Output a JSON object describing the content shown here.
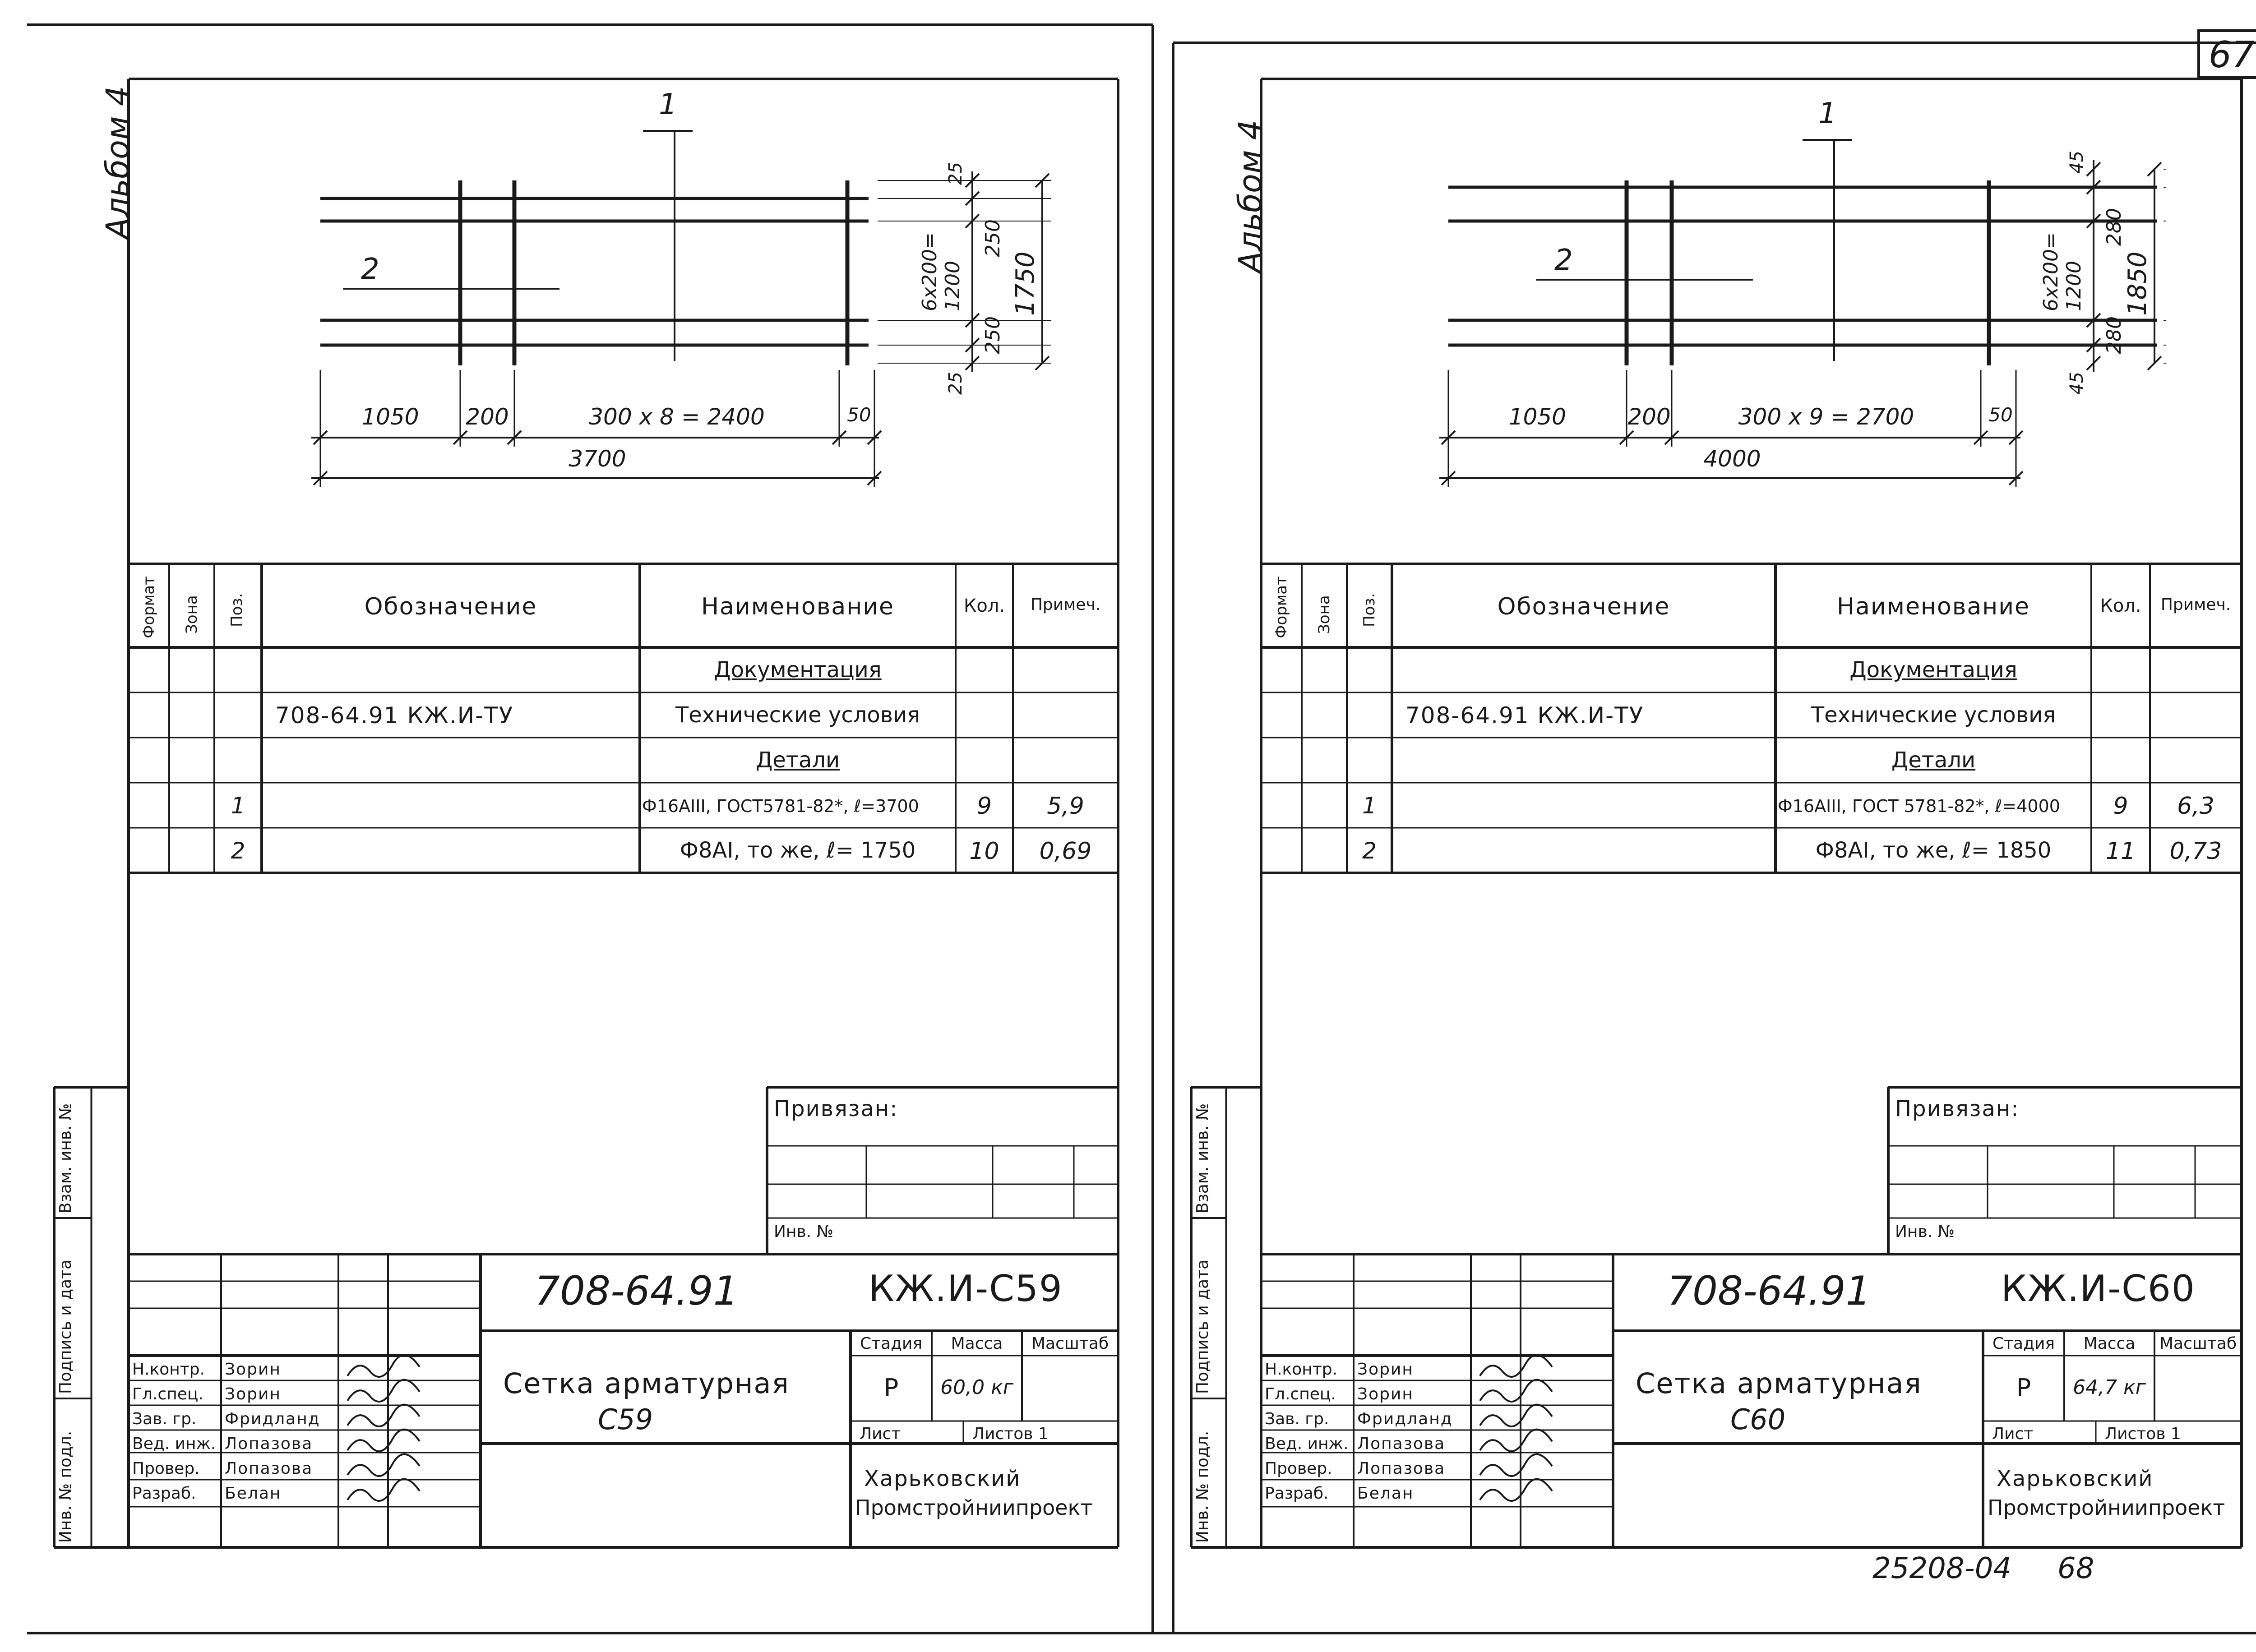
{
  "page_number": "67",
  "stamp_number": "25208-04",
  "stamp_page": "68",
  "sheets": [
    {
      "album": "Альбом 4",
      "leader_1": "1",
      "leader_2": "2",
      "dims": {
        "bottom_1": "1050",
        "bottom_2": "200",
        "bottom_3": "300 x 8 = 2400",
        "bottom_4": "50",
        "total": "3700",
        "right_top": "25",
        "right_a": "250",
        "right_mid": "6x200=\n1200",
        "right_b": "250",
        "right_bottom": "25",
        "right_total": "1750"
      },
      "spec": {
        "headers": {
          "format": "Формат",
          "zone": "Зона",
          "pos": "Поз.",
          "designation": "Обозначение",
          "name": "Наименование",
          "qty": "Кол.",
          "note": "Примеч."
        },
        "rows": [
          {
            "pos": "",
            "designation": "",
            "name": "Документация",
            "qty": "",
            "note": "",
            "underline": true
          },
          {
            "pos": "",
            "designation": "708-64.91   КЖ.И-ТУ",
            "name": "Технические условия",
            "qty": "",
            "note": "",
            "underline": false
          },
          {
            "pos": "",
            "designation": "",
            "name": "Детали",
            "qty": "",
            "note": "",
            "underline": true
          },
          {
            "pos": "1",
            "designation": "",
            "name": "Ф16АIII, ГОСТ5781-82*, ℓ=3700",
            "qty": "9",
            "note": "5,9",
            "underline": false
          },
          {
            "pos": "2",
            "designation": "",
            "name": "Ф8АI, то же, ℓ= 1750",
            "qty": "10",
            "note": "0,69",
            "underline": false
          }
        ]
      },
      "bound": {
        "title": "Привязан:",
        "inv": "Инв. №"
      },
      "side": {
        "vzam": "Взам. инв. №",
        "podp": "Подпись и дата",
        "inv": "Инв. № подл."
      },
      "title_block": {
        "code": "708-64.91",
        "code2": "КЖ.И-С59",
        "name_line1": "Сетка арматурная",
        "name_line2": "С59",
        "stage_h": "Стадия",
        "mass_h": "Масса",
        "scale_h": "Масштаб",
        "stage": "Р",
        "mass": "60,0 кг",
        "sheet_h": "Лист",
        "sheets_h": "Листов 1",
        "org_line1": "Харьковский",
        "org_line2": "Промстройниипроект",
        "roles": [
          "Н.контр.",
          "Гл.спец.",
          "Зав. гр.",
          "Вед. инж.",
          "Провер.",
          "Разраб."
        ],
        "names": [
          "Зорин",
          "Зорин",
          "Фридланд",
          "Лопазова",
          "Лопазова",
          "Белан"
        ]
      }
    },
    {
      "album": "Альбом 4",
      "leader_1": "1",
      "leader_2": "2",
      "dims": {
        "bottom_1": "1050",
        "bottom_2": "200",
        "bottom_3": "300 x 9 = 2700",
        "bottom_4": "50",
        "total": "4000",
        "right_top": "45",
        "right_a": "280",
        "right_mid": "6x200=\n1200",
        "right_b": "280",
        "right_bottom": "45",
        "right_total": "1850"
      },
      "spec": {
        "headers": {
          "format": "Формат",
          "zone": "Зона",
          "pos": "Поз.",
          "designation": "Обозначение",
          "name": "Наименование",
          "qty": "Кол.",
          "note": "Примеч."
        },
        "rows": [
          {
            "pos": "",
            "designation": "",
            "name": "Документация",
            "qty": "",
            "note": "",
            "underline": true
          },
          {
            "pos": "",
            "designation": "708-64.91   КЖ.И-ТУ",
            "name": "Технические условия",
            "qty": "",
            "note": "",
            "underline": false
          },
          {
            "pos": "",
            "designation": "",
            "name": "Детали",
            "qty": "",
            "note": "",
            "underline": true
          },
          {
            "pos": "1",
            "designation": "",
            "name": "Ф16АIII, ГОСТ 5781-82*, ℓ=4000",
            "qty": "9",
            "note": "6,3",
            "underline": false
          },
          {
            "pos": "2",
            "designation": "",
            "name": "Ф8АI, то же, ℓ= 1850",
            "qty": "11",
            "note": "0,73",
            "underline": false
          }
        ]
      },
      "bound": {
        "title": "Привязан:",
        "inv": "Инв. №"
      },
      "side": {
        "vzam": "Взам. инв. №",
        "podp": "Подпись и дата",
        "inv": "Инв. № подл."
      },
      "title_block": {
        "code": "708-64.91",
        "code2": "КЖ.И-С60",
        "name_line1": "Сетка арматурная",
        "name_line2": "С60",
        "stage_h": "Стадия",
        "mass_h": "Масса",
        "scale_h": "Масштаб",
        "stage": "Р",
        "mass": "64,7 кг",
        "sheet_h": "Лист",
        "sheets_h": "Листов 1",
        "org_line1": "Харьковский",
        "org_line2": "Промстройниипроект",
        "roles": [
          "Н.контр.",
          "Гл.спец.",
          "Зав. гр.",
          "Вед. инж.",
          "Провер.",
          "Разраб."
        ],
        "names": [
          "Зорин",
          "Зорин",
          "Фридланд",
          "Лопазова",
          "Лопазова",
          "Белан"
        ]
      }
    }
  ]
}
